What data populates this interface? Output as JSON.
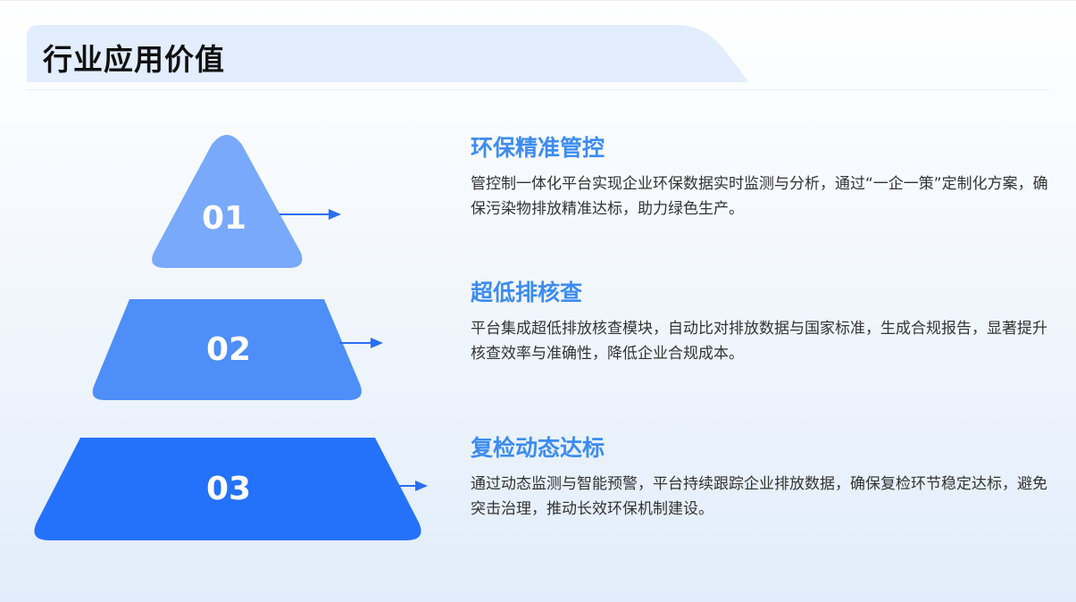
{
  "page": {
    "title": "行业应用价值"
  },
  "colors": {
    "header_band": "#e2edfd",
    "tier_1": "#78a9fb",
    "tier_2": "#4d8ef9",
    "tier_3": "#2472fc",
    "arrow": "#2a6ff2",
    "section_title": "#3d8cf0"
  },
  "tiers": [
    {
      "number": "01",
      "title": "环保精准管控",
      "description": "管控制一体化平台实现企业环保数据实时监测与分析，通过“一企一策”定制化方案，确保污染物排放精准达标，助力绿色生产。"
    },
    {
      "number": "02",
      "title": "超低排核查",
      "description": "平台集成超低排放核查模块，自动比对排放数据与国家标准，生成合规报告，显著提升核查效率与准确性，降低企业合规成本。"
    },
    {
      "number": "03",
      "title": "复检动态达标",
      "description": "通过动态监测与智能预警，平台持续跟踪企业排放数据，确保复检环节稳定达标，避免突击治理，推动长效环保机制建设。"
    }
  ]
}
